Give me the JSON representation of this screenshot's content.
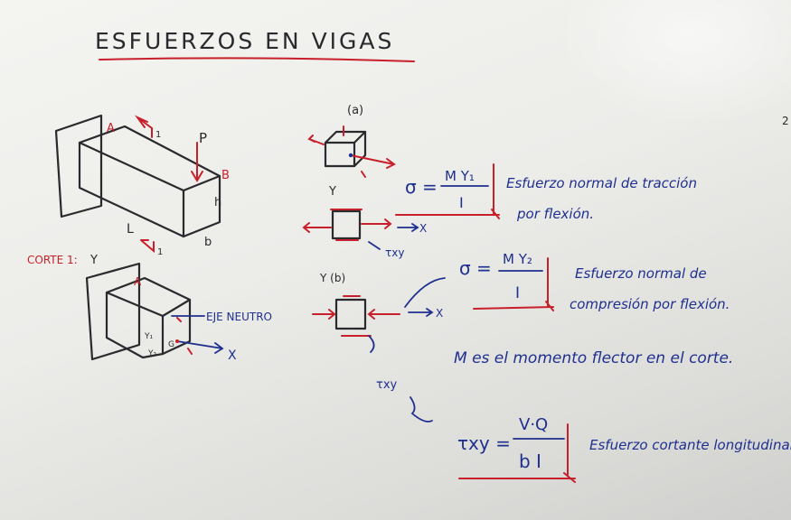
{
  "title": "ESFUERZOS EN VIGAS",
  "corner_mark": "2",
  "beam": {
    "label_A": "A",
    "label_B": "B",
    "label_P": "P",
    "label_L": "L",
    "label_h": "h",
    "label_b": "b",
    "label_1a": "1",
    "label_1b": "1"
  },
  "section": {
    "label": "CORTE 1:",
    "y_axis": "Y",
    "label_A": "A",
    "neutral_axis": "EJE NEUTRO",
    "x_axis": "X",
    "y1": "Y₁",
    "y2": "Y₂",
    "g": "G"
  },
  "element_a": {
    "label": "(a)",
    "y_axis": "Y",
    "x_axis": "X",
    "tau": "τxy",
    "formula_lhs": "σ =",
    "numerator": "M Y₁",
    "denominator": "I",
    "desc_line1": "Esfuerzo normal de tracción",
    "desc_line2": "por flexión."
  },
  "element_b": {
    "label": "Y (b)",
    "x_axis": "X",
    "formula_lhs": "σ =",
    "numerator": "M Y₂",
    "denominator": "I",
    "desc_line1": "Esfuerzo normal de",
    "desc_line2": "compresión por flexión."
  },
  "moment_note": "M es el momento flector en el corte.",
  "shear": {
    "tau_label": "τxy",
    "lhs": "τxy =",
    "numerator": "V·Q",
    "denominator": "b I",
    "desc": "Esfuerzo cortante longitudinal"
  },
  "colors": {
    "marker_black": "#2a2a2e",
    "marker_red": "#c8202a",
    "marker_blue": "#1f2f8f",
    "board": "#ececea"
  }
}
